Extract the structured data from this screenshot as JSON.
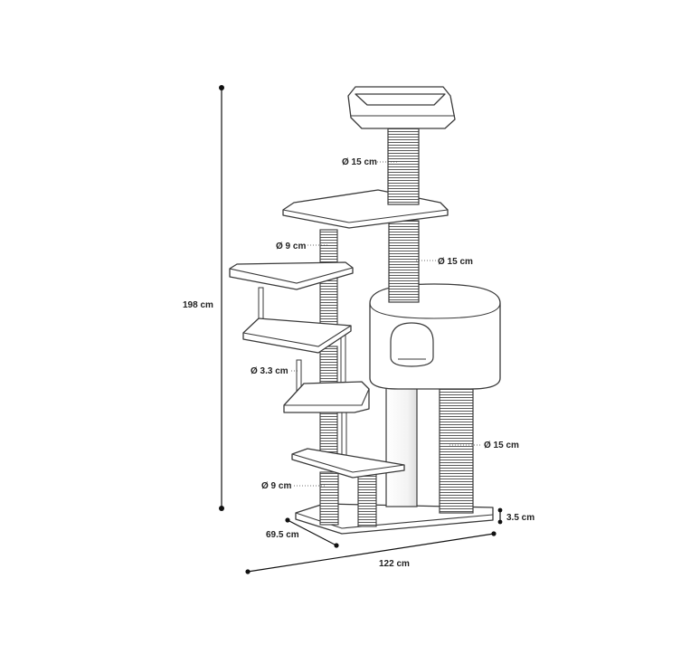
{
  "diagram": {
    "dimensions": {
      "height": "198 cm",
      "width": "122 cm",
      "depth": "69.5 cm",
      "base_thickness": "3.5 cm"
    },
    "post_labels": {
      "top_post": "Ø 15 cm",
      "middle_post": "Ø 15 cm",
      "lower_right_post": "Ø 15 cm",
      "upper_left_post": "Ø 9 cm",
      "support_rod": "Ø 3.3 cm",
      "bottom_post": "Ø 9 cm"
    },
    "colors": {
      "line": "#3a3a3a",
      "sisal": "#5a5a5a",
      "pillar_shade": "#e9e9e9"
    }
  }
}
